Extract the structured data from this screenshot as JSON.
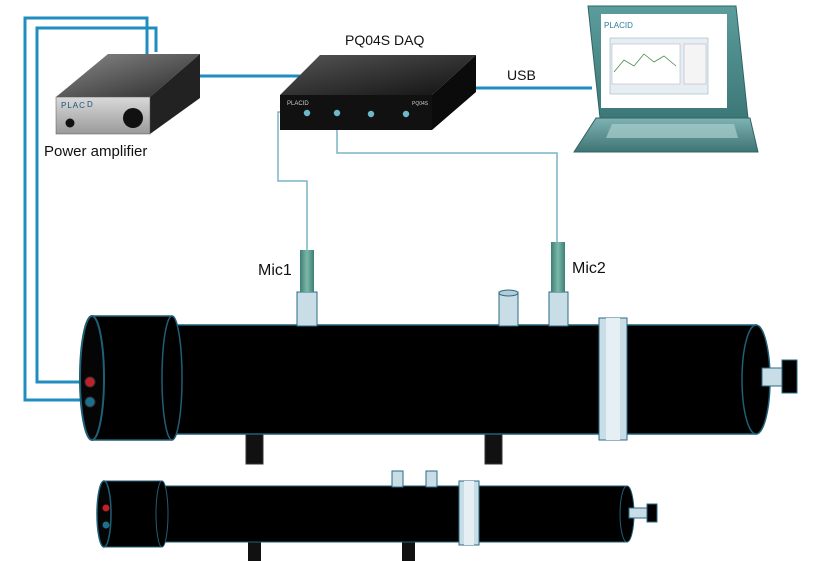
{
  "labels": {
    "power_amplifier": "Power amplifier",
    "daq": "PQ04S DAQ",
    "usb": "USB",
    "mic1": "Mic1",
    "mic2": "Mic2"
  },
  "logos": {
    "amp_logo": "PLACID",
    "daq_logo": "PLACID",
    "daq_model": "PQ04S",
    "laptop_logo": "PLACID"
  },
  "colors": {
    "cable": "#1f8dc0",
    "mic_wire": "#7ab3c6",
    "tube": "#000000",
    "ring": "#c9dde6",
    "laptop_body": "#4a8a8a",
    "amp_body": "#3a3a3a",
    "daq_body": "#111111",
    "jack_red": "#c0202a",
    "jack_blue": "#1c6f8e"
  },
  "icons": {
    "amplifier": "power-amplifier-icon",
    "daq": "daq-box-icon",
    "laptop": "laptop-icon",
    "mic": "microphone-icon",
    "tube": "impedance-tube-icon"
  }
}
